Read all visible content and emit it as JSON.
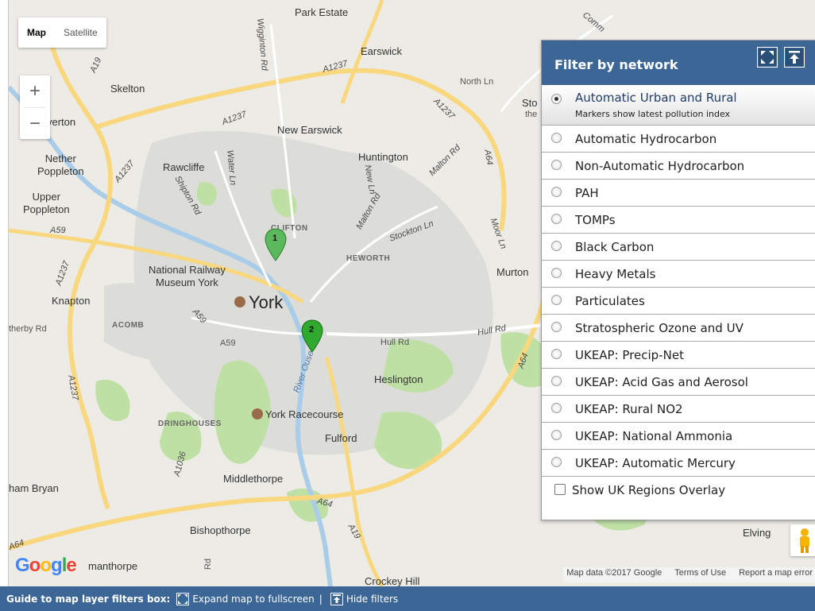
{
  "map": {
    "type_control": {
      "map": "Map",
      "satellite": "Satellite"
    },
    "zoom_in": "+",
    "zoom_out": "−",
    "city": "York",
    "labels": {
      "park_estate": "Park Estate",
      "earswick": "Earswick",
      "skelton": "Skelton",
      "north_ln": "North Ln",
      "a1237_top": "A1237",
      "a1237_mid": "A1237",
      "a1237_left": "A1237",
      "a1237_leftlow": "A1237",
      "a1237_bottom": "A1237",
      "a19_top": "A19",
      "a19_bottom": "A19",
      "a59_left": "A59",
      "a59_mid": "A59",
      "a64_right": "A64",
      "a64_bottom": "A64",
      "a64_far": "A64",
      "a1036": "A1036",
      "new_earswick": "New Earswick",
      "huntington": "Huntington",
      "rawcliffe": "Rawcliffe",
      "nether_poppleton": "Nether\nPoppleton",
      "upper_poppleton": "Upper\nPoppleton",
      "overton": "verton",
      "clifton": "CLIFTON",
      "heworth": "HEWORTH",
      "stockton_ln": "Stockton Ln",
      "national_railway": "National Railway\nMuseum York",
      "knapton": "Knapton",
      "acomb": "ACOMB",
      "wetherby_rd": "therby Rd",
      "murton": "Murton",
      "hull_rd": "Hull Rd",
      "hull_rd2": "Hull Rd",
      "heslington": "Heslington",
      "york_racecourse": "York Racecourse",
      "fulford": "Fulford",
      "dringhouses": "DRINGHOUSES",
      "middlethorpe": "Middlethorpe",
      "bishopthorpe": "Bishopthorpe",
      "bryan": "ham Bryan",
      "copmanthorpe": "manthorpe",
      "crockey": "Crockey Hill",
      "elving": "Elving",
      "sto": "Sto",
      "the": "the",
      "river_ouse": "River Ouse",
      "malton_rd": "Malton Rd",
      "wigginton_rd": "Wigginton Rd",
      "water_ln": "Water Ln",
      "shipton_rd": "Shipton Rd",
      "new_ln": "New Ln",
      "moor_ln": "Moor Ln",
      "a64_top": "A64",
      "comm": "Comm"
    },
    "markers": [
      {
        "label": "1",
        "color": "#5cb85c"
      },
      {
        "label": "2",
        "color": "#2faa2f"
      }
    ],
    "attribution": {
      "data": "Map data ©2017 Google",
      "terms": "Terms of Use",
      "report": "Report a map error"
    }
  },
  "filter": {
    "title": "Filter by network",
    "selected": {
      "label": "Automatic Urban and Rural",
      "sub": "Markers show latest pollution index"
    },
    "options": [
      "Automatic Hydrocarbon",
      "Non-Automatic Hydrocarbon",
      "PAH",
      "TOMPs",
      "Black Carbon",
      "Heavy Metals",
      "Particulates",
      "Stratospheric Ozone and UV",
      "UKEAP: Precip-Net",
      "UKEAP: Acid Gas and Aerosol",
      "UKEAP: Rural NO2",
      "UKEAP: National Ammonia",
      "UKEAP: Automatic Mercury"
    ],
    "overlay_label": "Show UK Regions Overlay"
  },
  "guide": {
    "title": "Guide to map layer filters box:",
    "expand": "Expand map to fullscreen",
    "separator": "|",
    "hide": "Hide filters"
  },
  "colors": {
    "header_blue": "#3b6696",
    "road_yellow": "#f9d77e",
    "park_green": "#bfe0a5",
    "water": "#a9cce8",
    "urban_grey": "#dcdcd8"
  }
}
